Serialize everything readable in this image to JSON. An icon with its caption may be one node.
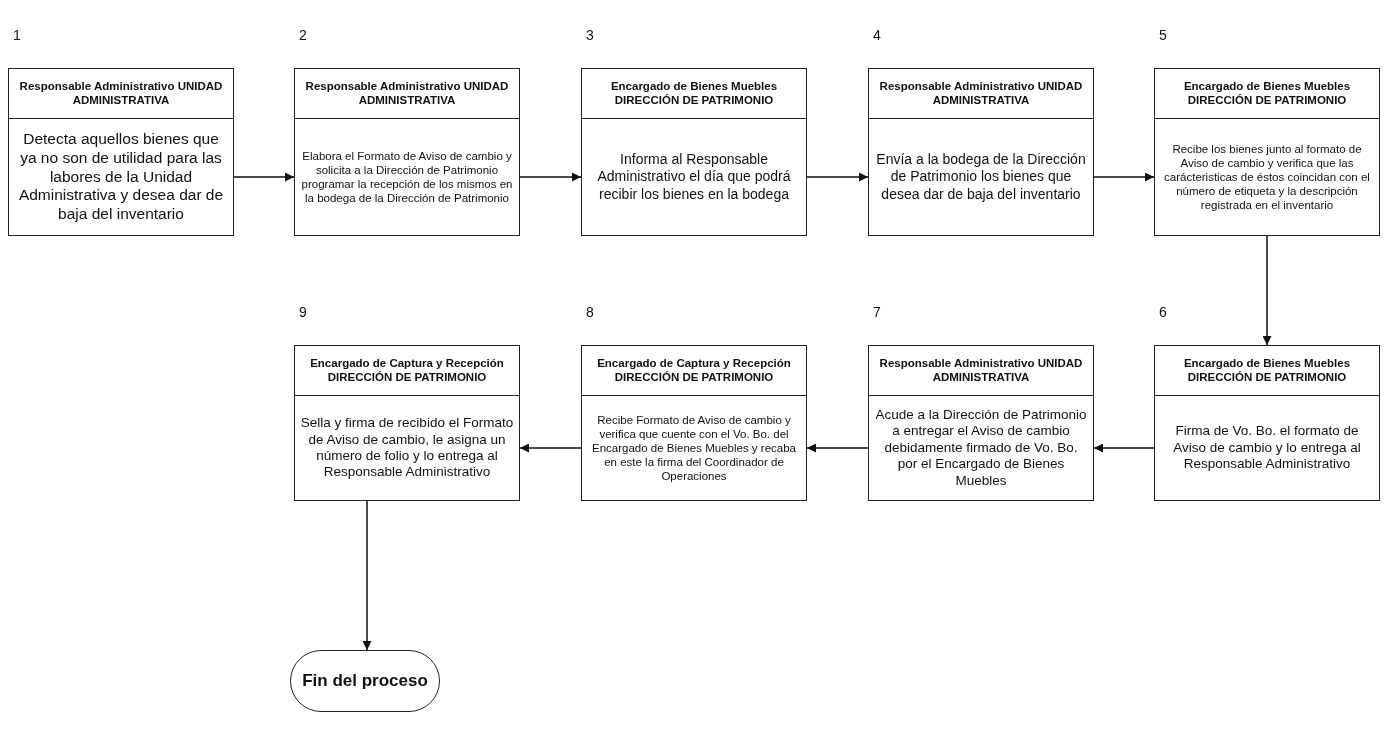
{
  "diagram": {
    "nodes": [
      {
        "text": [
          "Responsable Administrativo UNIDAD ADMINISTRATIVA",
          "Detecta aquellos bienes que ya no son de utilidad para las labores de la Unidad Administrativa y desea dar de baja del inventario"
        ],
        "beside": [
          "1"
        ]
      },
      {
        "text": [
          "Responsable Administrativo UNIDAD ADMINISTRATIVA",
          "Elabora el Formato de Aviso de cambio y solicita a la Dirección de Patrimonio programar la recepción de los mismos en la bodega de la Dirección de Patrimonio"
        ],
        "beside": [
          "2"
        ]
      },
      {
        "text": [
          "Encargado de Bienes Muebles DIRECCIÓN DE PATRIMONIO",
          "Informa al Responsable Administrativo el día que podrá recibir los bienes en la bodega"
        ],
        "beside": [
          "3"
        ]
      },
      {
        "text": [
          "Responsable Administrativo UNIDAD ADMINISTRATIVA",
          "Envía a la bodega de la Dirección de Patrimonio los bienes que desea dar de baja del inventario"
        ],
        "beside": [
          "4"
        ]
      },
      {
        "text": [
          "Encargado de Bienes Muebles DIRECCIÓN DE PATRIMONIO",
          "Recibe los bienes junto al formato de Aviso de cambio y verifica que las carácteristicas de éstos coincidan con el número de etiqueta y la descripción registrada en el inventario"
        ],
        "beside": [
          "5"
        ]
      },
      {
        "text": [
          "Encargado de Bienes Muebles DIRECCIÓN DE PATRIMONIO",
          "Firma de Vo. Bo. el formato de Aviso de cambio y lo entrega al Responsable Administrativo"
        ],
        "beside": [
          "6"
        ]
      },
      {
        "text": [
          "Responsable Administrativo UNIDAD ADMINISTRATIVA",
          "Acude a la Dirección de Patrimonio a entregar el Aviso de cambio debidamente firmado de Vo. Bo. por el Encargado de Bienes Muebles"
        ],
        "beside": [
          "7"
        ]
      },
      {
        "text": [
          "Encargado de Captura y Recepción DIRECCIÓN DE PATRIMONIO",
          "Recibe Formato de Aviso de cambio y verifica que cuente con el Vo. Bo. del Encargado de Bienes Muebles y recaba en este la firma del Coordinador de Operaciones"
        ],
        "beside": [
          "8"
        ]
      },
      {
        "text": [
          "Encargado de Captura y Recepción DIRECCIÓN DE PATRIMONIO",
          "Sella y firma de recibido el Formato de Aviso de cambio, le asigna un número de folio y lo entrega al Responsable Administrativo"
        ],
        "beside": [
          "9"
        ]
      },
      {
        "text": [
          "Fin del proceso"
        ]
      }
    ],
    "edges": [
      {
        "from": 0,
        "to": 1,
        "arrow": "to"
      },
      {
        "from": 1,
        "to": 2,
        "arrow": "to"
      },
      {
        "from": 2,
        "to": 3,
        "arrow": "to"
      },
      {
        "from": 3,
        "to": 4,
        "arrow": "to"
      },
      {
        "from": 4,
        "to": 5,
        "arrow": "to"
      },
      {
        "from": 5,
        "to": 6,
        "arrow": "to"
      },
      {
        "from": 6,
        "to": 7,
        "arrow": "to"
      },
      {
        "from": 7,
        "to": 8,
        "arrow": "to"
      },
      {
        "from": 8,
        "to": 9,
        "arrow": "to"
      }
    ]
  }
}
